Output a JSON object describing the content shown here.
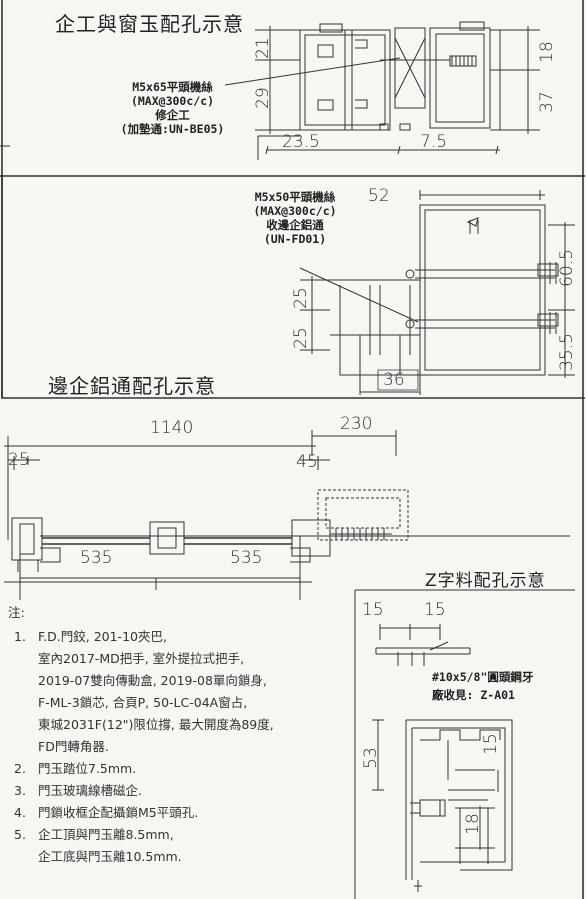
{
  "section_top": {
    "title": "企工與窗玉配孔示意",
    "screw_label": [
      "M5x65平頭機絲",
      "(MAX@300c/c)",
      "修企工",
      "(加墊通:UN-BE05)"
    ],
    "dims": {
      "d21": "21",
      "d29": "29",
      "d18": "18",
      "d37": "37",
      "d23_5": "23.5",
      "d7_5": "7.5"
    }
  },
  "section_mid": {
    "title": "邊企鋁通配孔示意",
    "screw_label": [
      "M5x50平頭機絲",
      "(MAX@300c/c)",
      "收邊企鋁通",
      "(UN-FD01)"
    ],
    "dims": {
      "d52": "52",
      "d60_5": "60.5",
      "d25a": "25",
      "d25b": "25",
      "d35_5": "35.5",
      "d36": "36"
    }
  },
  "section_plan": {
    "dims": {
      "d1140": "1140",
      "d230": "230",
      "d25": "25",
      "d45": "45",
      "d535a": "535",
      "d535b": "535"
    }
  },
  "section_z": {
    "title": "Z字料配孔示意",
    "dims": {
      "d15a": "15",
      "d15b": "15",
      "d53": "53",
      "d15c": "15",
      "d18": "18"
    },
    "screw_label": [
      "#10x5/8\"圓頭鋼牙",
      "廠收見: Z-A01"
    ]
  },
  "notes": {
    "heading": "注:",
    "items": [
      {
        "num": "1.",
        "lines": [
          "F.D.門鉸, 201-10夾巴,",
          "室內2017-MD把手, 室外提拉式把手,",
          "2019-07雙向傳動盒, 2019-08單向鎖身,",
          "F-ML-3鎖芯, 合頁P, 50-LC-04A窗占,",
          "東城2031F(12\")限位撐, 最大開度為89度,",
          "FD門轉角器."
        ]
      },
      {
        "num": "2.",
        "lines": [
          "門玉踏位7.5mm."
        ]
      },
      {
        "num": "3.",
        "lines": [
          "門玉玻璃線槽磁企."
        ]
      },
      {
        "num": "4.",
        "lines": [
          "門鎖收框企配攝鎖M5平頭孔."
        ]
      },
      {
        "num": "5.",
        "lines": [
          "企工頂與門玉離8.5mm,",
          "企工底與門玉離10.5mm."
        ]
      }
    ]
  }
}
